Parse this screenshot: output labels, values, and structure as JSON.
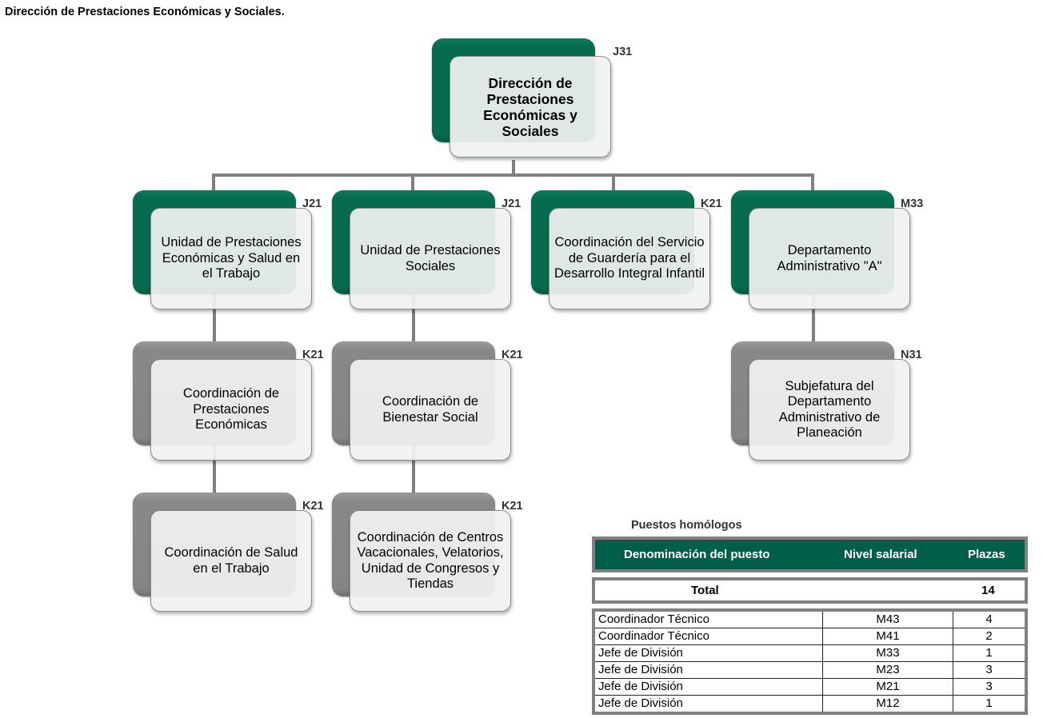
{
  "page_title": "Dirección de Prestaciones Económicas y Sociales.",
  "colors": {
    "primary_green": "#066b4f",
    "secondary_grey": "#888888",
    "table_header": "#005e4a"
  },
  "org_chart": {
    "root": {
      "label": "Dirección de Prestaciones Económicas y Sociales",
      "level": "J31"
    },
    "units": [
      {
        "label": "Unidad de Prestaciones Económicas y Salud en el Trabajo",
        "level": "J21",
        "children": [
          {
            "label": "Coordinación de Prestaciones Económicas",
            "level": "K21"
          },
          {
            "label": "Coordinación de Salud en el Trabajo",
            "level": "K21"
          }
        ]
      },
      {
        "label": "Unidad de Prestaciones Sociales",
        "level": "J21",
        "children": [
          {
            "label": "Coordinación de Bienestar Social",
            "level": "K21"
          },
          {
            "label": "Coordinación de Centros Vacacionales, Velatorios, Unidad de Congresos y Tiendas",
            "level": "K21"
          }
        ]
      },
      {
        "label": "Coordinación del Servicio de Guardería para el Desarrollo Integral Infantil",
        "level": "K21",
        "children": []
      },
      {
        "label": "Departamento Administrativo \"A\"",
        "level": "M33",
        "children": [
          {
            "label": "Subjefatura del Departamento Administrativo de Planeación",
            "level": "N31"
          }
        ]
      }
    ]
  },
  "homologous_positions": {
    "title": "Puestos homólogos",
    "headers": [
      "Denominación del puesto",
      "Nivel salarial",
      "Plazas"
    ],
    "total_label": "Total",
    "total_value": "14",
    "rows": [
      [
        "Coordinador Técnico",
        "M43",
        "4"
      ],
      [
        "Coordinador Técnico",
        "M41",
        "2"
      ],
      [
        "Jefe de División",
        "M33",
        "1"
      ],
      [
        "Jefe de División",
        "M23",
        "3"
      ],
      [
        "Jefe de División",
        "M21",
        "3"
      ],
      [
        "Jefe de División",
        "M12",
        "1"
      ]
    ]
  }
}
